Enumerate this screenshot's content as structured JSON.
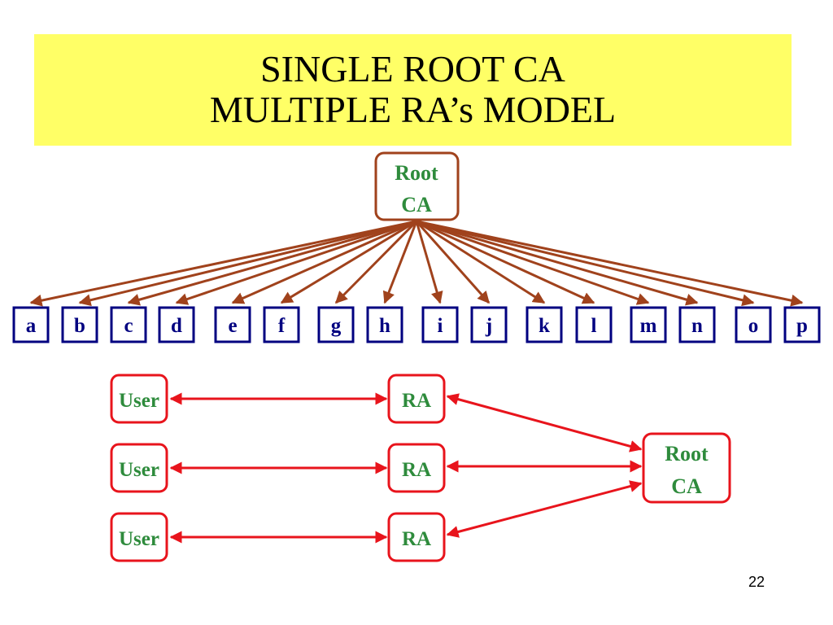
{
  "title": {
    "line1": "SINGLE ROOT CA",
    "line2": "MULTIPLE RA’s MODEL"
  },
  "colors": {
    "title_bg": "#ffff66",
    "tree_stroke": "#a0421c",
    "leaf_border": "#000080",
    "leaf_text": "#000080",
    "node_text_green": "#2e8b3c",
    "ra_stroke": "#e8141c"
  },
  "tree": {
    "root_line1": "Root",
    "root_line2": "CA",
    "leaves": [
      "a",
      "b",
      "c",
      "d",
      "e",
      "f",
      "g",
      "h",
      "i",
      "j",
      "k",
      "l",
      "m",
      "n",
      "o",
      "p"
    ]
  },
  "ra_model": {
    "rows": [
      {
        "user": "User",
        "ra": "RA"
      },
      {
        "user": "User",
        "ra": "RA"
      },
      {
        "user": "User",
        "ra": "RA"
      }
    ],
    "root_line1": "Root",
    "root_line2": "CA"
  },
  "page_number": "22"
}
